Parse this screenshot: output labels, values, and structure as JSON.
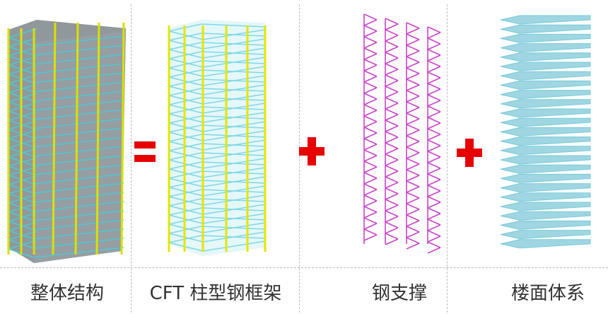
{
  "captions": {
    "whole": "整体结构",
    "frame": "CFT 柱型钢框架",
    "brace": "钢支撑",
    "floor": "楼面体系"
  },
  "operators": [
    "=",
    "+",
    "+"
  ],
  "colors": {
    "column_yellow": "#e6e600",
    "beam_cyan": "#7fd8e8",
    "slab_gray": "#8a9296",
    "brace_magenta": "#cc44cc",
    "operator_red": "#e60000"
  }
}
